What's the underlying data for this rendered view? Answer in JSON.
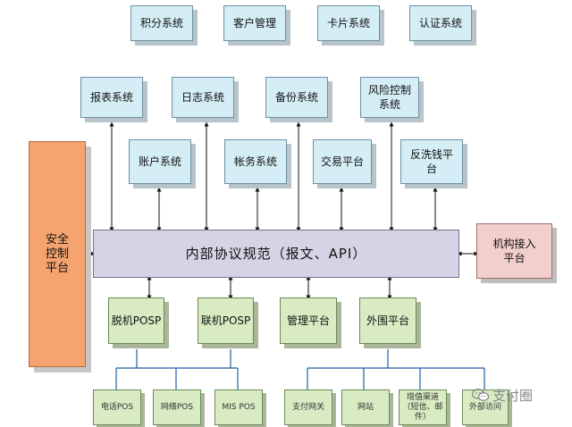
{
  "top_row": [
    "积分系统",
    "客户管理",
    "卡片系统",
    "认证系统"
  ],
  "upper_row": [
    "报表系统",
    "日志系统",
    "备份系统",
    "风险控制系统"
  ],
  "middle_row": [
    "账户系统",
    "帐务系统",
    "交易平台",
    "反洗钱平台"
  ],
  "bus": "内部协议规范（报文、API）",
  "left_panel": "安全控制平台",
  "right_panel": "机构接入平台",
  "lower_row": [
    "脱机POSP",
    "联机POSP",
    "管理平台",
    "外围平台"
  ],
  "terminals_left": [
    "电话POS",
    "网络POS",
    "MIS POS"
  ],
  "terminals_right": [
    "支付网关",
    "网站",
    "增值渠道（短信、邮件）",
    "外部访问"
  ],
  "watermark": "支付圈",
  "icon": "wechat-icon"
}
